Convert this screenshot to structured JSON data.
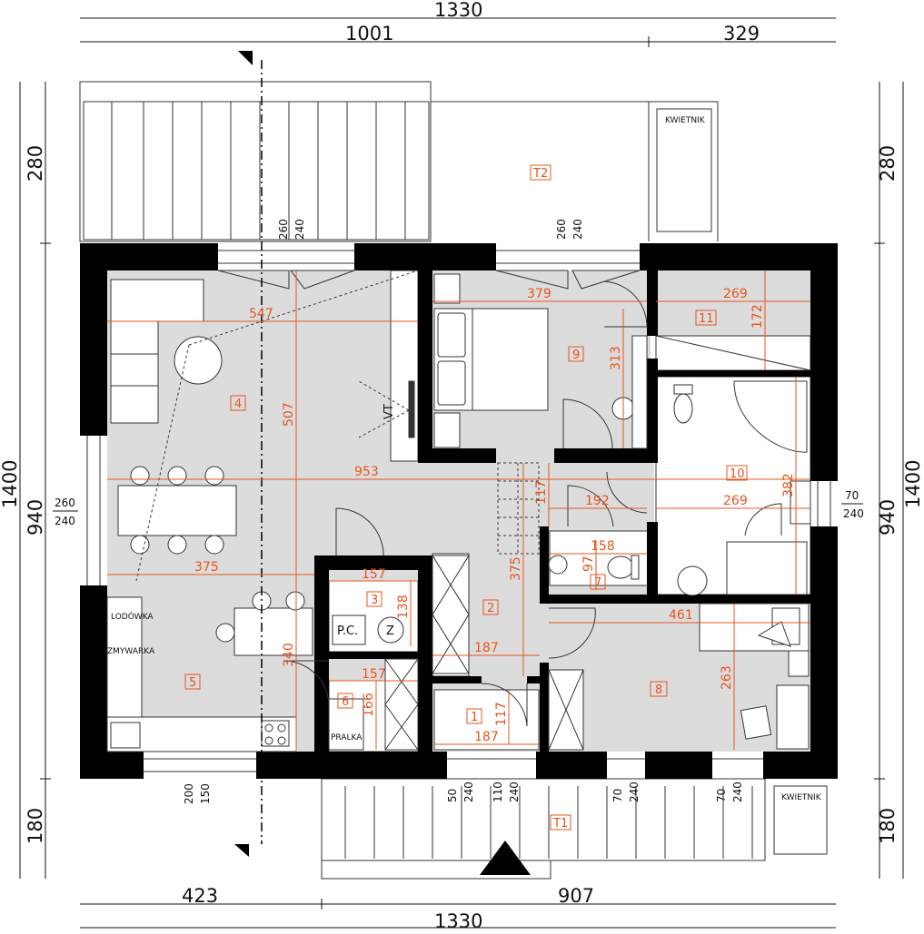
{
  "overall": {
    "top_total": "1330",
    "top_left": "1001",
    "top_right": "329",
    "bottom_left": "423",
    "bottom_right": "907",
    "bottom_total": "1330",
    "left_total": "1400",
    "left_mid": "940",
    "left_top": "280",
    "left_bottom": "180",
    "right_total": "1400",
    "right_mid": "940",
    "right_top": "280",
    "right_bottom": "180"
  },
  "openings": {
    "top_w1_a": "260",
    "top_w1_b": "240",
    "top_w2_a": "260",
    "top_w2_b": "240",
    "left_w_a": "260",
    "left_w_b": "240",
    "right_w_a": "70",
    "right_w_b": "240",
    "bot_w1_a": "200",
    "bot_w1_b": "150",
    "bot_w2_a": "50",
    "bot_w2_b": "240",
    "bot_w3_a": "110",
    "bot_w3_b": "240",
    "bot_w4_a": "70",
    "bot_w4_b": "240",
    "bot_w5_a": "70",
    "bot_w5_b": "240"
  },
  "rooms": {
    "r1": "1",
    "r2": "2",
    "r3": "3",
    "r4": "4",
    "r5": "5",
    "r6": "6",
    "r7": "7",
    "r8": "8",
    "r9": "9",
    "r10": "10",
    "r11": "11",
    "t1": "T1",
    "t2": "T2"
  },
  "inner_dims": {
    "d547": "547",
    "d507": "507",
    "d953": "953",
    "d375h": "375",
    "d375v": "375",
    "d379": "379",
    "d313": "313",
    "d269a": "269",
    "d172": "172",
    "d269b": "269",
    "d382": "382",
    "d192": "192",
    "d117a": "117",
    "d158": "158",
    "d97": "97",
    "d157a": "157",
    "d138": "138",
    "d187a": "187",
    "d157b": "157",
    "d166": "166",
    "d340": "340",
    "d187b": "187",
    "d117b": "117",
    "d461": "461",
    "d263": "263"
  },
  "labels": {
    "kwietnik_top": "KWIETNIK",
    "kwietnik_bottom": "KWIETNIK",
    "lodowka": "LODÓWKA",
    "zmywarka": "ZMYWARKA",
    "pralka": "PRALKA",
    "pc": "P.C.",
    "z": "Z",
    "vt": "VT"
  }
}
